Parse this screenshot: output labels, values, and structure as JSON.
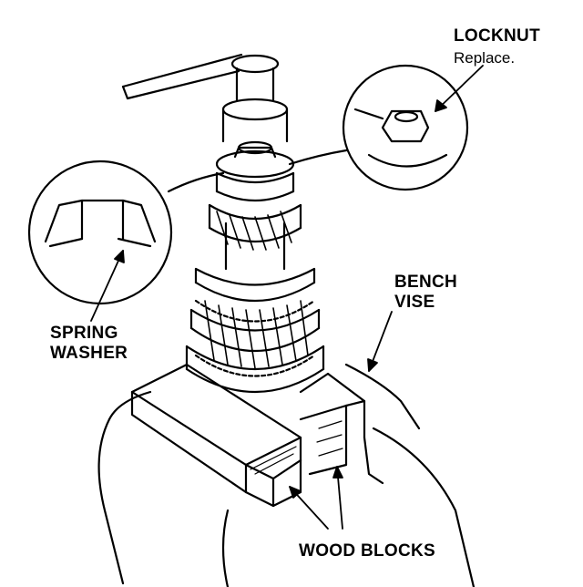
{
  "labels": {
    "locknut": "LOCKNUT",
    "locknut_note": "Replace.",
    "bench": "BENCH",
    "vise": "VISE",
    "spring": "SPRING",
    "washer": "WASHER",
    "wood_blocks": "WOOD BLOCKS"
  }
}
